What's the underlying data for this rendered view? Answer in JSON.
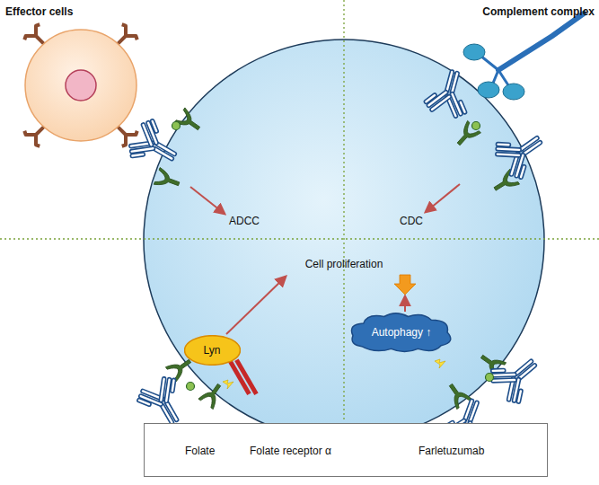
{
  "diagram": {
    "nodes": [
      {
        "text": [
          "Lyn"
        ]
      },
      {
        "text": [
          "Autophagy ↑"
        ]
      }
    ],
    "labels": [
      "Effector cells",
      "Complement complex",
      "ADCC",
      "CDC",
      "Cell proliferation"
    ],
    "legend": [
      {
        "text": "Folate"
      },
      {
        "text": "Folate receptor α"
      },
      {
        "text": "Farletuzumab"
      }
    ]
  }
}
